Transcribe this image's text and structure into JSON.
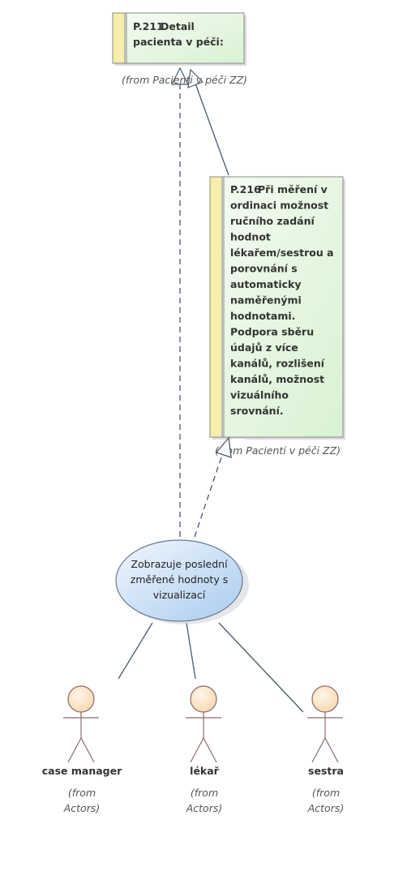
{
  "requirements": {
    "p211": {
      "id": "P.211",
      "title_lines": [
        "Detail",
        "pacienta v péči:"
      ],
      "from": "(from Pacienti v péči ZZ)"
    },
    "p216": {
      "id": "P.216",
      "text_lines": [
        "Při měření v",
        "ordinaci možnost",
        "ručního zadání",
        "hodnot",
        "lékařem/sestrou a",
        "porovnání s",
        "automaticky",
        "naměřenými",
        "hodnotami.",
        "Podpora sběru",
        "údajů z více",
        "kanálů, rozlišení",
        "kanálů, možnost",
        "vizuálního",
        "srovnání."
      ],
      "from": "(from Pacienti v péči ZZ)"
    }
  },
  "use_case": {
    "lines": [
      "Zobrazuje poslední",
      "změřené hodnoty s",
      "vizualizací"
    ]
  },
  "actors": [
    {
      "name": "case manager",
      "from_lines": [
        "(from",
        "Actors)"
      ]
    },
    {
      "name": "lékař",
      "from_lines": [
        "(from",
        "Actors)"
      ]
    },
    {
      "name": "sestra",
      "from_lines": [
        "(from",
        "Actors)"
      ]
    }
  ],
  "colors": {
    "req_fill_start": "#f4fbf2",
    "req_fill_end": "#d9f2d3",
    "req_stripe": "#f6eeaa",
    "req_border": "#8a8a8a",
    "uc_fill_start": "#f2f7fd",
    "uc_fill_end": "#a9cbef",
    "uc_border": "#6b7b8c",
    "actor_fill": "#fbe4c4",
    "actor_stroke": "#8a6a6a",
    "line": "#4a5a6e"
  }
}
